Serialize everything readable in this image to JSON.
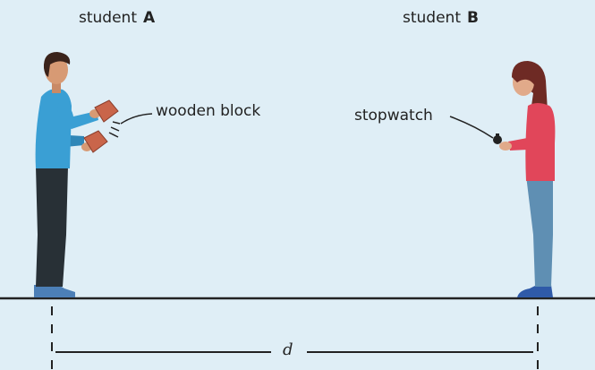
{
  "labels": {
    "student_a_prefix": "student",
    "student_a_letter": "A",
    "student_b_prefix": "student",
    "student_b_letter": "B",
    "wooden_block": "wooden block",
    "stopwatch": "stopwatch",
    "distance": "d"
  },
  "colors": {
    "background": "#dfeef6",
    "ground_line": "#222222",
    "student_a_shirt": "#3a9fd4",
    "student_a_trousers": "#283036",
    "student_b_top": "#e1465a",
    "student_b_jeans": "#5f8fb3",
    "student_b_hair": "#6e2a24",
    "blocks": "#c9654a"
  }
}
